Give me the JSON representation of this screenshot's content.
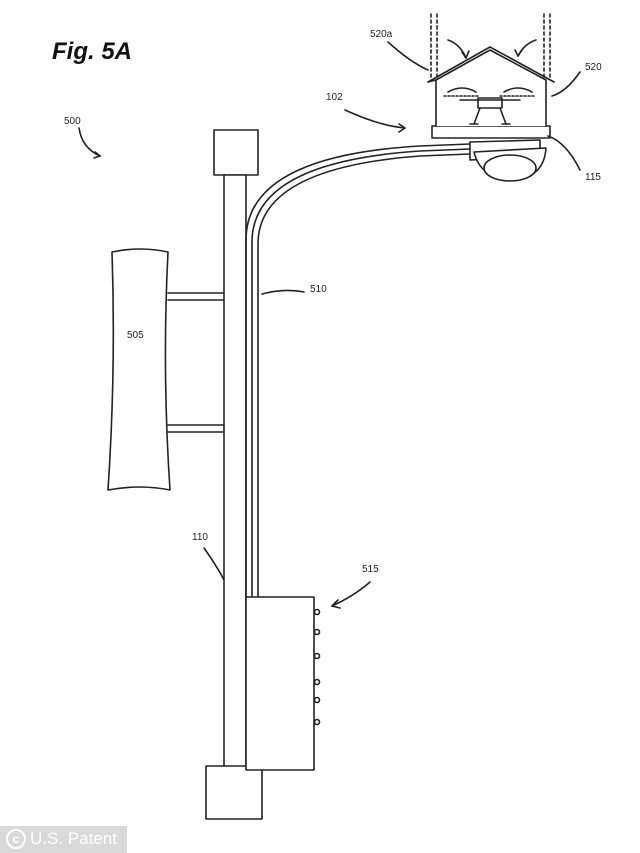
{
  "figure": {
    "title": "Fig. 5A"
  },
  "refs": {
    "r500": "500",
    "r102": "102",
    "r520a": "520a",
    "r520": "520",
    "r115": "115",
    "r505": "505",
    "r510": "510",
    "r110": "110",
    "r515": "515"
  },
  "credit": {
    "icon": "copyright-icon",
    "text": "U.S. Patent"
  },
  "colors": {
    "line": "#222222",
    "background": "#ffffff",
    "credit_bg": "#d9d9d9"
  }
}
